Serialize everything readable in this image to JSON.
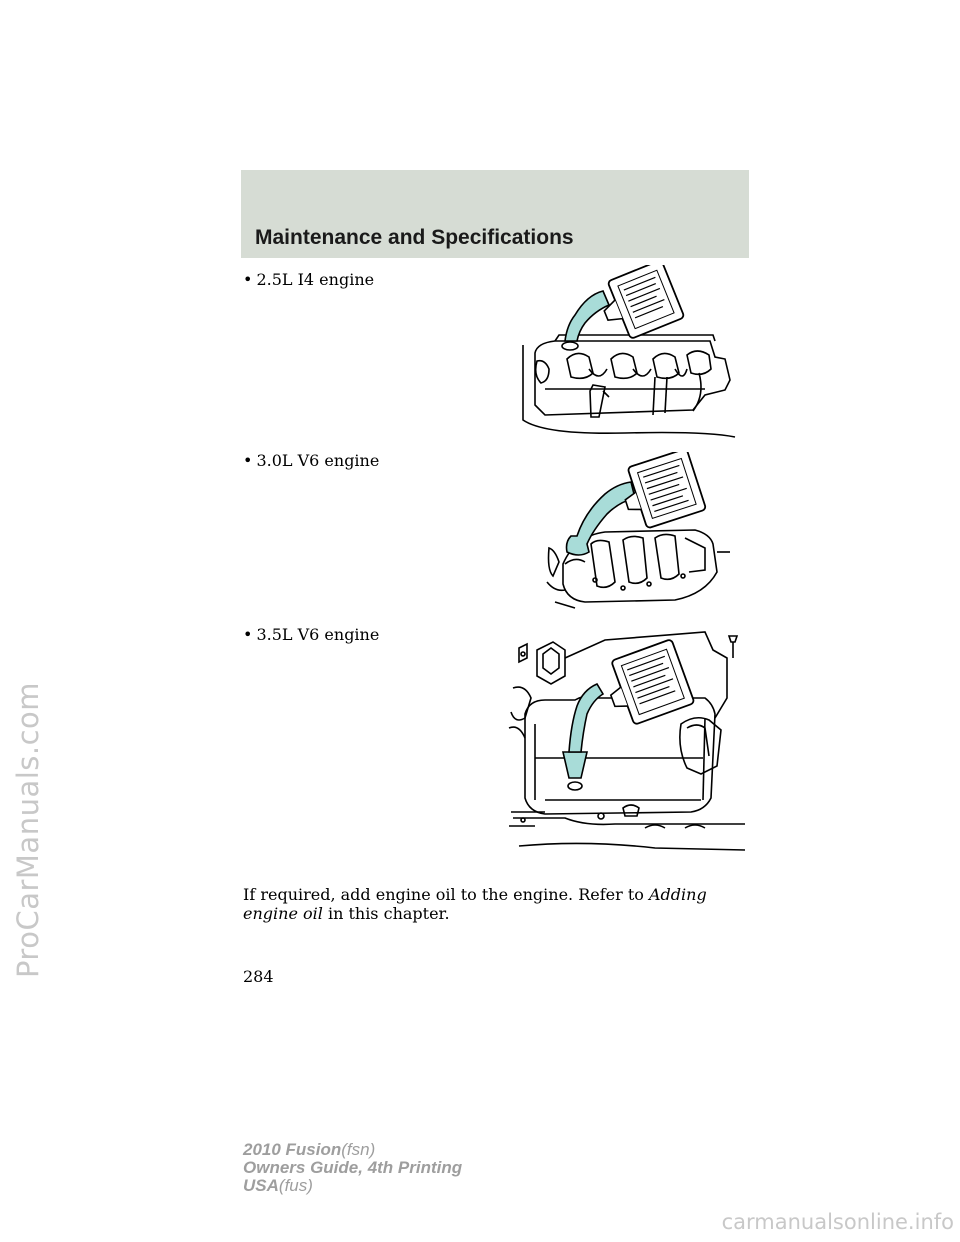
{
  "header": {
    "title": "Maintenance and Specifications"
  },
  "bullets": [
    {
      "bullet": "•",
      "text": "2.5L I4 engine"
    },
    {
      "bullet": "•",
      "text": "3.0L V6 engine"
    },
    {
      "bullet": "•",
      "text": "3.5L V6 engine"
    }
  ],
  "paragraph": {
    "before": "If required, add engine oil to the engine. Refer to ",
    "link": "Adding engine oil",
    "after": " in this chapter."
  },
  "page_number": "284",
  "footer": {
    "line1_bold": "2010 Fusion",
    "line1_thin": "(fsn)",
    "line2": "Owners Guide, 4th Printing",
    "line3_bold": "USA",
    "line3_thin": "(fus)"
  },
  "watermark": {
    "side": "ProCarManuals.com",
    "bottom": "carmanualsonline.info"
  },
  "colors": {
    "header_bg": "#d6dcd4",
    "funnel": "#a8dcd8",
    "watermark": "#c8c8c8",
    "footer_text": "#9e9e9e"
  }
}
